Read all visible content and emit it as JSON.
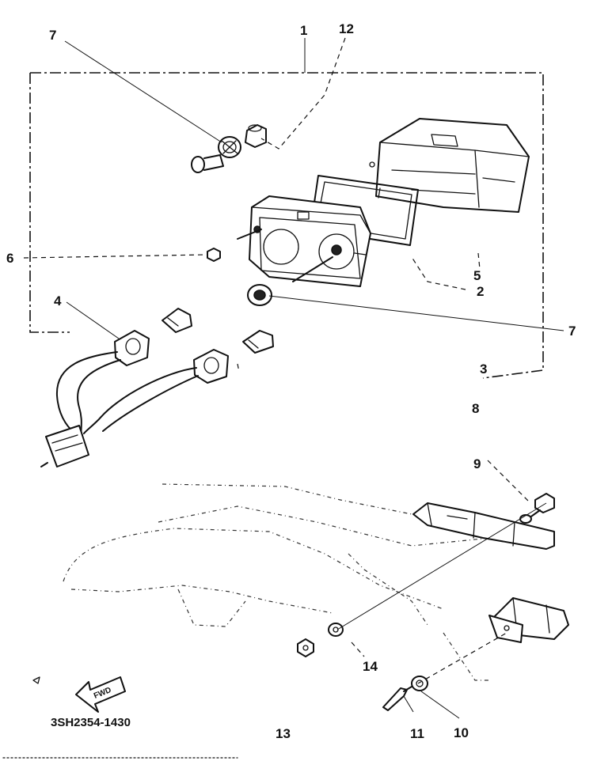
{
  "callouts": {
    "c1": "1",
    "c12": "12",
    "c7a": "7",
    "c6": "6",
    "c4": "4",
    "c5": "5",
    "c2": "2",
    "c7b": "7",
    "c3": "3",
    "c8": "8",
    "c9": "9",
    "c14": "14",
    "c11": "11",
    "c10": "10",
    "c13": "13"
  },
  "figure_code": "3SH2354-1430",
  "fwd_label": "FWD",
  "colors": {
    "ink": "#111111",
    "paper": "#ffffff"
  }
}
